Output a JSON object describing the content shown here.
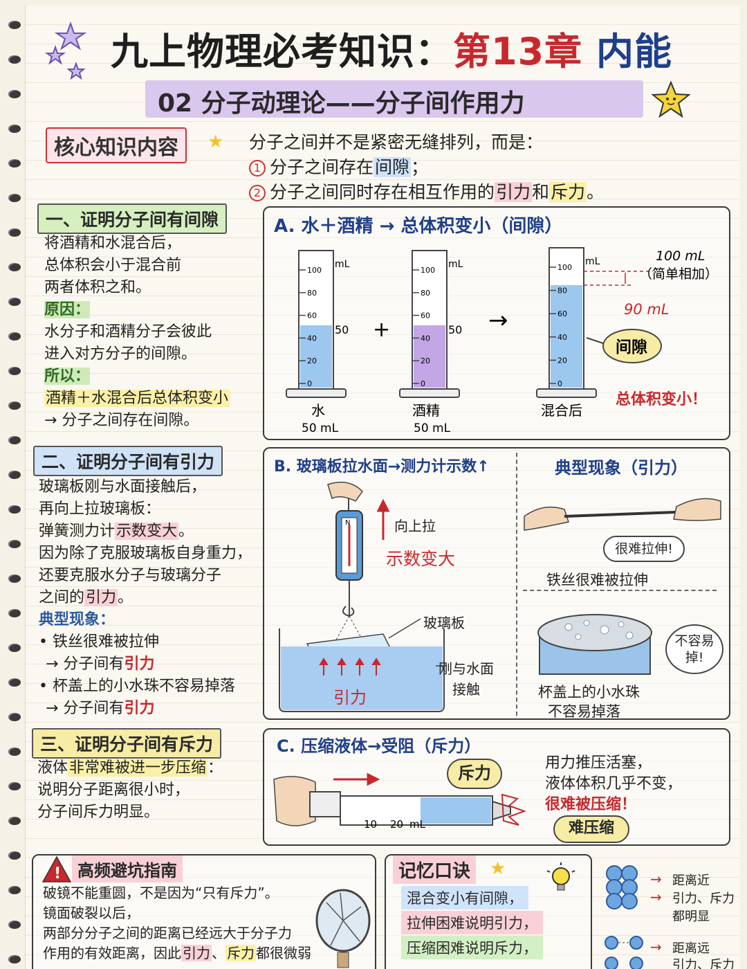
{
  "header": {
    "title_part1": "九上物理必考知识：",
    "title_part2": "第13章",
    "title_part3": "内能",
    "subtitle": "02 分子动理论——分子间作用力"
  },
  "core": {
    "label": "核心知识内容",
    "intro": "分子之间并不是紧密无缝排列，而是：",
    "item1_num": "1",
    "item1_pre": "分子之间存在",
    "item1_hl": "间隙",
    "item1_post": "；",
    "item2_num": "2",
    "item2_pre": "分子之间同时存在相互作用的",
    "item2_hl1": "引力",
    "item2_mid": "和",
    "item2_hl2": "斥力",
    "item2_post": "。"
  },
  "section1": {
    "heading": "一、证明分子间有间隙",
    "lines": [
      "将酒精和水混合后，",
      "总体积会小于混合前",
      "两者体积之和。"
    ],
    "reason_label": "原因：",
    "reason_lines": [
      "水分子和酒精分子会彼此",
      "进入对方分子的间隙。"
    ],
    "so_label": "所以：",
    "so_hl": "酒精＋水混合后总体积变小",
    "so_line2": "→ 分子之间存在间隙。"
  },
  "panelA": {
    "title": "A. 水＋酒精 → 总体积变小（间隙）",
    "unit": "mL",
    "ticks": [
      "100",
      "80",
      "60",
      "40",
      "20",
      "0"
    ],
    "level_mark": "50",
    "cyl1_name": "水",
    "cyl1_vol": "50 mL",
    "cyl2_name": "酒精",
    "cyl2_vol": "50 mL",
    "cyl3_name": "混合后",
    "plus": "+",
    "arrow": "→",
    "note_100": "100 mL",
    "note_simple": "（简单相加）",
    "note_90": "90 mL",
    "gap_bubble": "间隙",
    "conclusion": "总体积变小！"
  },
  "section2": {
    "heading": "二、证明分子间有引力",
    "lines": [
      "玻璃板刚与水面接触后，",
      "再向上拉玻璃板："
    ],
    "line3_pre": "弹簧测力计",
    "line3_hl": "示数变大",
    "line3_post": "。",
    "lines2": [
      "因为除了克服玻璃板自身重力，",
      "还要克服水分子与玻璃分子"
    ],
    "line6_pre": "之间的",
    "line6_red": "引力",
    "line6_post": "。",
    "typical_label": "典型现象：",
    "b1": "• 铁丝很难被拉伸",
    "b1_sub_pre": "→ 分子间有",
    "b1_sub_red": "引力",
    "b2": "• 杯盖上的小水珠不容易掉落",
    "b2_sub_pre": "→ 分子间有",
    "b2_sub_red": "引力"
  },
  "panelB": {
    "title": "B. 玻璃板拉水面→测力计示数↑",
    "up_pull": "向上拉",
    "reading_up": "示数变大",
    "glass_plate": "玻璃板",
    "contact_line1": "刚与水面",
    "contact_line2": "接触",
    "attraction": "引力",
    "scale_n": "N",
    "typical_title": "典型现象（引力）",
    "wire_bubble": "很难拉伸!",
    "wire_caption": "铁丝很难被拉伸",
    "cup_bubble_line1": "不容易",
    "cup_bubble_line2": "掉!",
    "cup_caption_line1": "杯盖上的小水珠",
    "cup_caption_line2": "不容易掉落"
  },
  "section3": {
    "heading": "三、证明分子间有斥力",
    "line1_pre": "液体",
    "line1_hl": "非常难被进一步压缩",
    "line1_post": "：",
    "lines": [
      "说明分子距离很小时，",
      "分子间斥力明显。"
    ]
  },
  "panelC": {
    "title": "C. 压缩液体→受阻（斥力）",
    "repel_bubble": "斥力",
    "syringe_10": "10",
    "syringe_20": "20",
    "syringe_unit": "mL",
    "text1": "用力推压活塞，",
    "text2": "液体体积几乎不变，",
    "text3": "很难被压缩！",
    "hard_bubble": "难压缩"
  },
  "pitfall": {
    "heading": "高频避坑指南",
    "line1": "破镜不能重圆，不是因为“只有斥力”。",
    "line2": "镜面破裂以后，",
    "line3": "两部分分子之间的距离已经远大于分子力",
    "line4_pre": "作用的有效距离，因此",
    "line4_hl1": "引力",
    "line4_mid": "、",
    "line4_hl2": "斥力",
    "line4_post": "都很微弱"
  },
  "memo": {
    "heading": "记忆口诀",
    "items": [
      "混合变小有间隙，",
      "拉伸困难说明引力，",
      "压缩困难说明斥力，"
    ],
    "near_line1": "距离近",
    "near_line2": "引力、斥力",
    "near_line3": "都明显",
    "far_line1": "距离远",
    "far_line2": "引力、斥力"
  }
}
